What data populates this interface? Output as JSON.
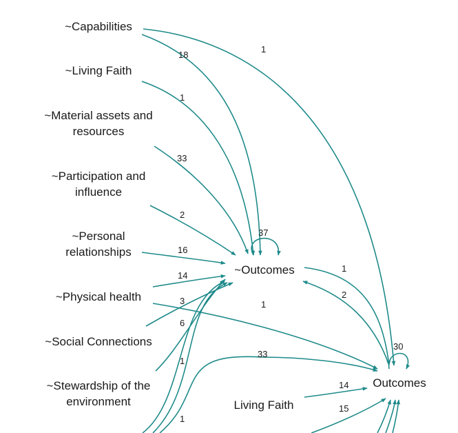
{
  "diagram": {
    "edge_color": "#1f8a8a",
    "nodes": [
      {
        "id": "capabilities",
        "lines": [
          "~Capabilities"
        ]
      },
      {
        "id": "living-faith-tilde",
        "lines": [
          "~Living Faith"
        ]
      },
      {
        "id": "material-assets",
        "lines": [
          "~Material assets and",
          "resources"
        ]
      },
      {
        "id": "participation",
        "lines": [
          "~Participation and",
          "influence"
        ]
      },
      {
        "id": "personal-relationships",
        "lines": [
          "~Personal",
          "relationships"
        ]
      },
      {
        "id": "physical-health",
        "lines": [
          "~Physical health"
        ]
      },
      {
        "id": "social-connections",
        "lines": [
          "~Social Connections"
        ]
      },
      {
        "id": "stewardship",
        "lines": [
          "~Stewardship of the",
          "environment"
        ]
      },
      {
        "id": "outcomes-tilde",
        "lines": [
          "~Outcomes"
        ]
      },
      {
        "id": "outcomes",
        "lines": [
          "Outcomes"
        ]
      },
      {
        "id": "living-faith",
        "lines": [
          "Living Faith"
        ]
      }
    ],
    "edges": [
      {
        "id": "capabilities-to-outcomes-tilde",
        "label": "18"
      },
      {
        "id": "capabilities-to-outcomes",
        "label": "1"
      },
      {
        "id": "living-faith-tilde-to-outcomes-tilde",
        "label": "1"
      },
      {
        "id": "material-assets-to-outcomes-tilde",
        "label": "33"
      },
      {
        "id": "participation-to-outcomes-tilde",
        "label": "2"
      },
      {
        "id": "outcomes-tilde-self-loop",
        "label": "37"
      },
      {
        "id": "personal-relationships-to-outcomes-tilde",
        "label": "16"
      },
      {
        "id": "physical-health-to-outcomes-tilde",
        "label": "14"
      },
      {
        "id": "physical-health-to-outcomes",
        "label": "1"
      },
      {
        "id": "social-connections-to-outcomes-tilde",
        "label": "3"
      },
      {
        "id": "stewardship-to-outcomes-tilde",
        "label": "6"
      },
      {
        "id": "lower-to-outcomes-tilde-a",
        "label": "1"
      },
      {
        "id": "lower-to-outcomes-tilde-b",
        "label": "1"
      },
      {
        "id": "outcomes-tilde-to-outcomes",
        "label": "1"
      },
      {
        "id": "outcomes-to-outcomes-tilde",
        "label": "2"
      },
      {
        "id": "outcomes-self-loop",
        "label": "30"
      },
      {
        "id": "lower-to-outcomes",
        "label": "33"
      },
      {
        "id": "living-faith-to-outcomes",
        "label": "14"
      },
      {
        "id": "below-to-outcomes",
        "label": "15"
      }
    ]
  }
}
